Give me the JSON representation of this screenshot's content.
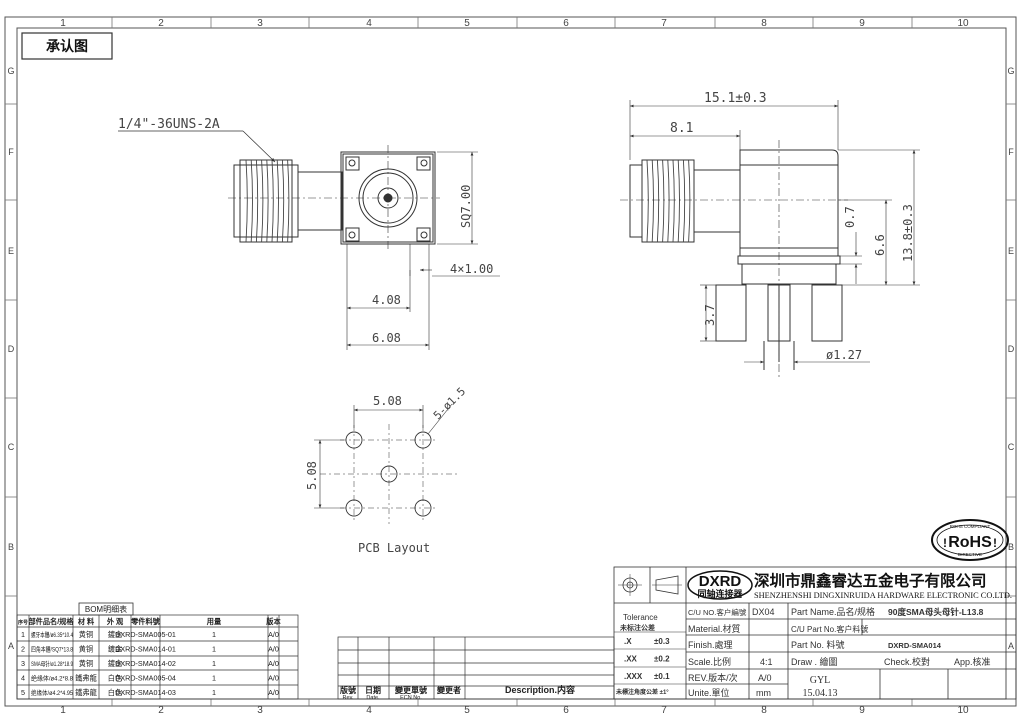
{
  "grid": {
    "cols": [
      "1",
      "2",
      "3",
      "4",
      "5",
      "6",
      "7",
      "8",
      "9",
      "10"
    ],
    "rows_left": [
      "G",
      "F",
      "E",
      "D",
      "C",
      "B",
      "A"
    ],
    "rows_right": [
      "G",
      "F",
      "E",
      "D",
      "C",
      "B",
      "A"
    ]
  },
  "stamp": "承认图",
  "front_view": {
    "thread": "1/4\"-36UNS-2A",
    "sq": "SQ7.00",
    "holes": "4×1.00",
    "dim_a": "4.08",
    "dim_b": "6.08"
  },
  "side_view": {
    "overall": "15.1±0.3",
    "body": "8.1",
    "d07": "0.7",
    "d66": "6.6",
    "height": "13.8±0.3",
    "pin_len": "3.7",
    "pin_dia": "ø1.27"
  },
  "pcb": {
    "w": "5.08",
    "holes": "5-ø1.5",
    "h": "5.08",
    "caption": "PCB Layout"
  },
  "rohs": "RoHS",
  "rohs_top": "ROHS COMPLIANT",
  "rohs_bottom": "DIRECTIVE",
  "bom": {
    "title": "BOM明细表",
    "headers": [
      "序号",
      "部件品名/规格",
      "材 料",
      "外 观",
      "零件料號",
      "用量",
      "版本"
    ],
    "rows": [
      [
        "1",
        "螺牙本體/ø6.35*10.4",
        "黄铜",
        "鍍金",
        "DXRD-SMA005-01",
        "1",
        "A/0"
      ],
      [
        "2",
        "四角本體/SQ7*13.8",
        "黄铜",
        "鍍金",
        "DXRD-SMA014-01",
        "1",
        "A/0"
      ],
      [
        "3",
        "SMA母针/ø1.28*18.9",
        "黄铜",
        "鍍金",
        "DXRD-SMA014-02",
        "1",
        "A/0"
      ],
      [
        "4",
        "绝缘体/ø4.2*8.8",
        "鐵弗龍",
        "白色",
        "DXRD-SMA005-04",
        "1",
        "A/0"
      ],
      [
        "5",
        "绝缘体/ø4.2*4.95",
        "鐵弗龍",
        "白色",
        "DXRD-SMA014-03",
        "1",
        "A/0"
      ]
    ]
  },
  "revision": {
    "cols": [
      "版號",
      "日期",
      "變更單號",
      "變更者",
      "Description.内容"
    ],
    "subs": [
      "Rev.",
      "Date.",
      "ECN No.",
      "",
      ""
    ]
  },
  "title_block": {
    "logo": "DXRD",
    "logo_sub": "同轴连接器",
    "company_cn": "深圳市鼎鑫睿达五金电子有限公司",
    "company_en": "SHENZHENSHI DINGXINRUIDA HARDWARE ELECTRONIC CO.LTD.",
    "tol_title": "Tolerance",
    "tol_sub": "未标注公差",
    "tol_rows": [
      [
        ".X",
        "±0.3"
      ],
      [
        ".XX",
        "±0.2"
      ],
      [
        ".XXX",
        "±0.1"
      ]
    ],
    "angle_tol": "未標注角度公差 ±1°",
    "cu_no_label": "C/U NO.客户編號",
    "cu_no_value": "DX04",
    "part_name_label": "Part Name.品名/规格",
    "part_name_value": "90度SMA母头母针-L13.8",
    "material_label": "Material.材質",
    "cu_part_label": "C/U Part  No.客户料號",
    "finish_label": "Finish.處理",
    "part_no_label": "Part    No.    料號",
    "part_no_value": "DXRD-SMA014",
    "scale_label": "Scale.比例",
    "scale_value": "4:1",
    "draw_label": "Draw . 繪圖",
    "check_label": "Check.校對",
    "app_label": "App.核准",
    "rev_label": "REV.版本/次",
    "rev_value": "A/0",
    "drawer": "GYL",
    "date": "15.04.13",
    "unit_label": "Unite.單位",
    "unit_value": "mm"
  }
}
